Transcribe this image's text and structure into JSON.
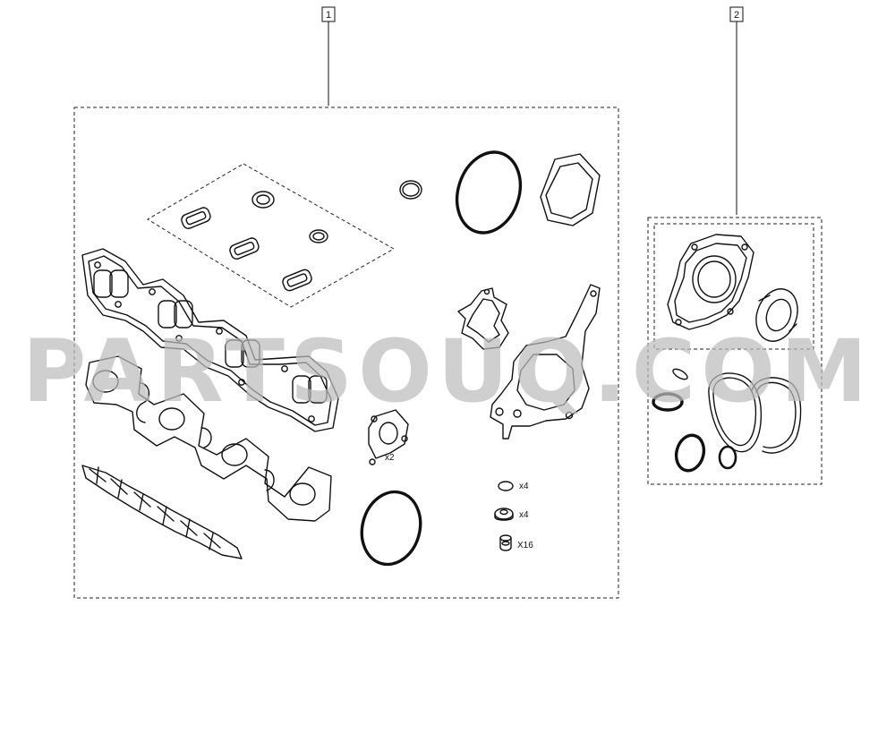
{
  "callouts": [
    {
      "label": "1"
    },
    {
      "label": "2"
    }
  ],
  "quantities": {
    "gasket_small": "x2",
    "oring_tiny": "x4",
    "washer": "x4",
    "valve_seal": "X16"
  },
  "watermark": "PARTSOUQ.COM",
  "colors": {
    "line": "#111111",
    "watermark": "#bdbdbd",
    "background": "#ffffff"
  }
}
